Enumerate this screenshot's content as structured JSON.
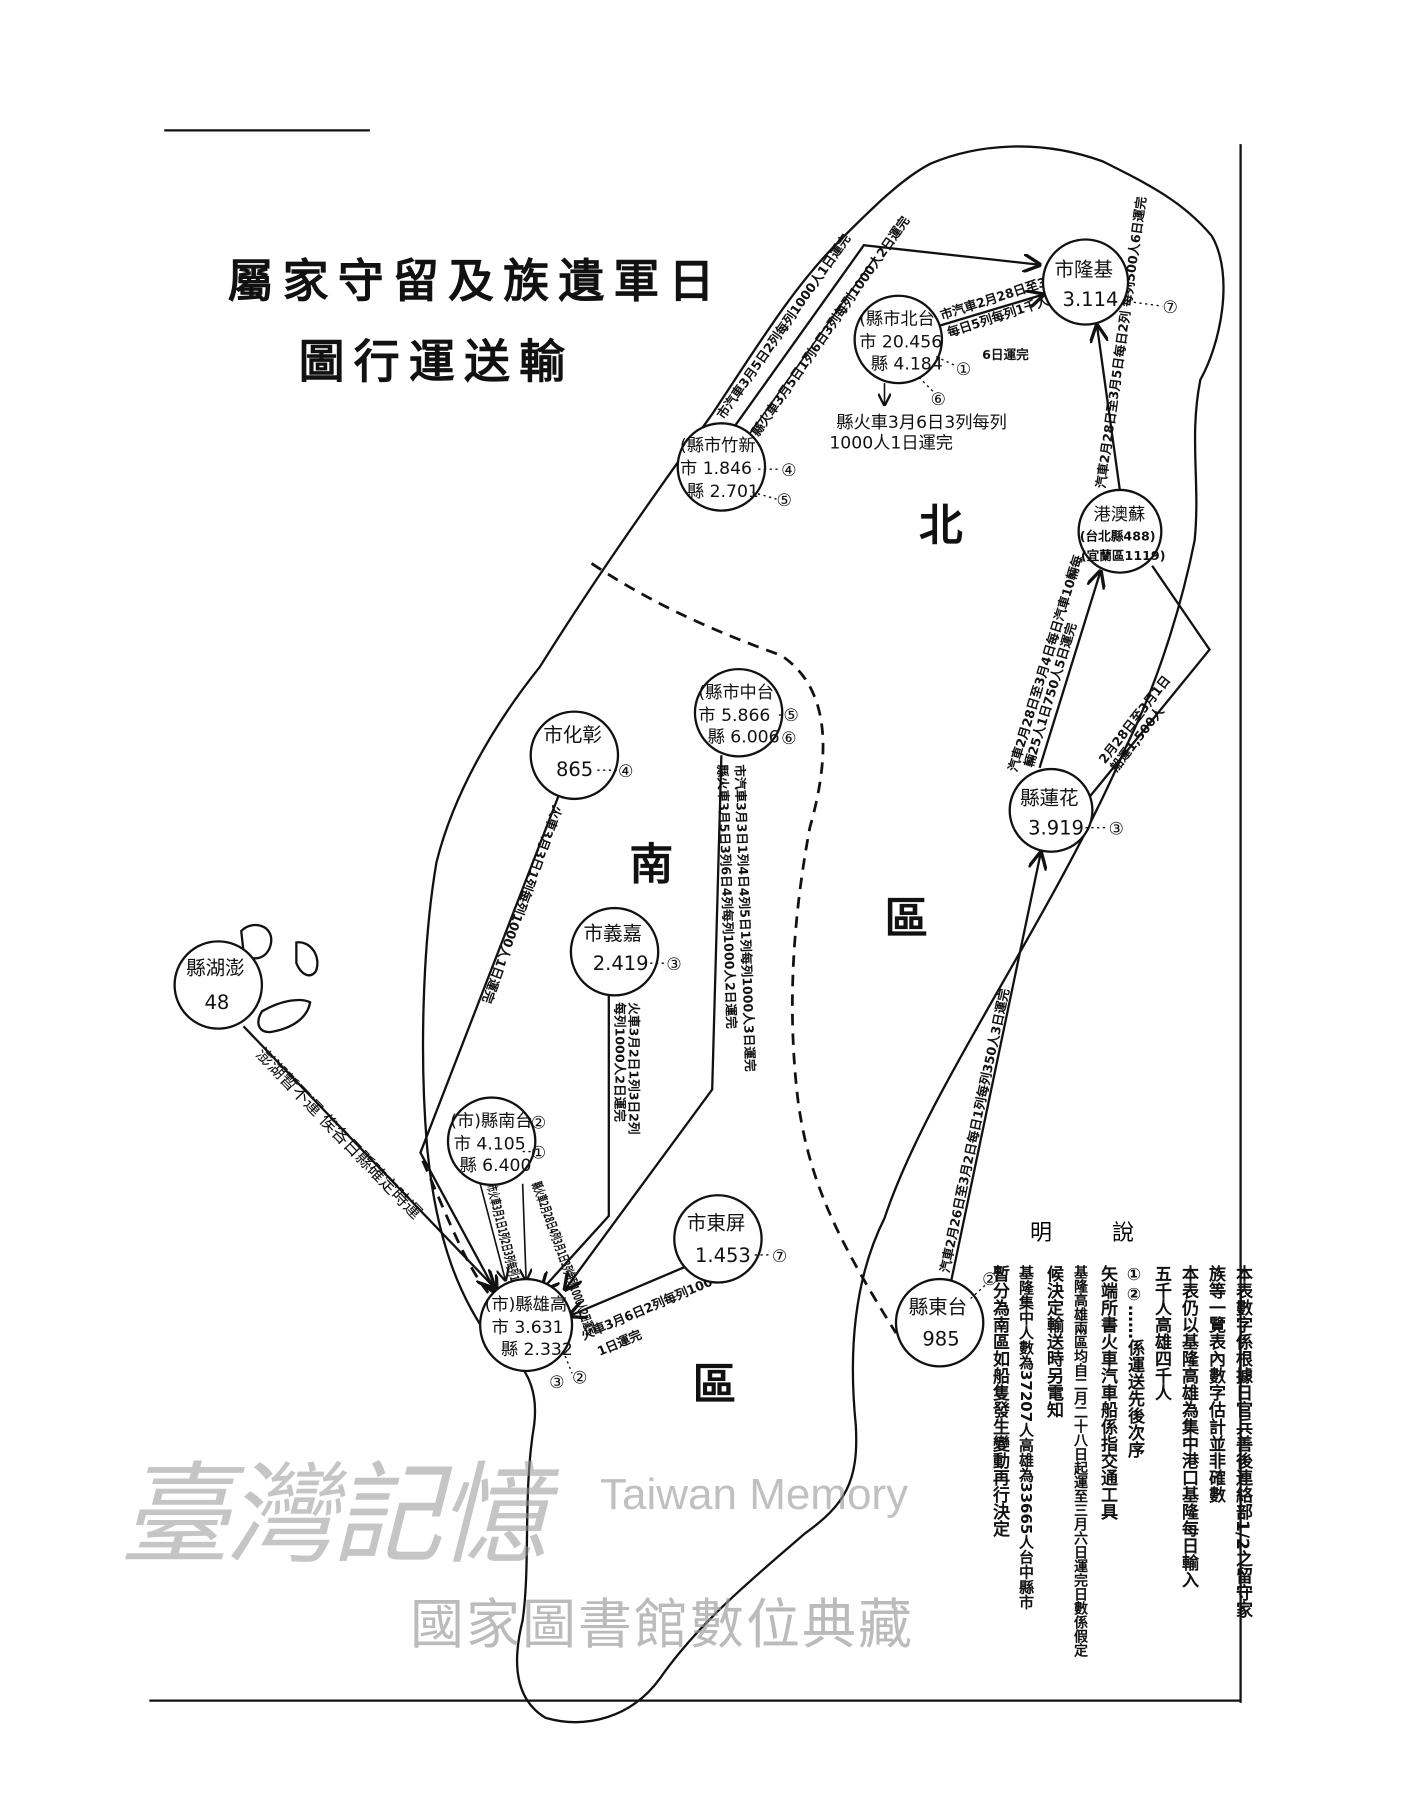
{
  "title": {
    "line1": "屬家守留及族遺軍日",
    "line2": "圖行運送輸"
  },
  "regions": {
    "north": "北",
    "south": "南",
    "district_a": "區",
    "district_b": "區"
  },
  "stations": {
    "keelung": {
      "name": "市隆基",
      "value": "3.114",
      "order": "⑦"
    },
    "taipei": {
      "name": "(縣市北台",
      "city": "市 20.456",
      "county": "縣 4.184",
      "order1": "①",
      "order2": "⑥"
    },
    "hsinchu": {
      "name": "(縣市竹新",
      "city": "市 1.846",
      "county": "縣 2.701",
      "order1": "④",
      "order2": "⑤"
    },
    "suao": {
      "name": "港澳蘇",
      "line2": "(台北縣488)",
      "line3": "(宜蘭區1119)"
    },
    "hualien": {
      "name": "縣蓮花",
      "value": "3.919",
      "order": "③"
    },
    "taichung": {
      "name": "(縣市中台",
      "city": "市 5.866",
      "county": "縣 6.006",
      "order1": "⑤",
      "order2": "⑥"
    },
    "changhua": {
      "name": "市化彰",
      "value": "865",
      "order": "④"
    },
    "chiayi": {
      "name": "市義嘉",
      "value": "2.419",
      "order": "③"
    },
    "penghu": {
      "name": "縣湖澎",
      "value": "48"
    },
    "tainan": {
      "name": "(市)縣南台",
      "city": "市 4.105",
      "county": "縣 6.400",
      "order1": "②",
      "order2": "①"
    },
    "kaohsiung": {
      "name": "(市)縣雄高",
      "city": "市 3.631",
      "county": "縣 2.332",
      "order1": "③",
      "order2": "②"
    },
    "pingtung": {
      "name": "市東屏",
      "value": "1.453",
      "order": "⑦"
    },
    "taitung": {
      "name": "縣東台",
      "value": "985",
      "order": "②"
    }
  },
  "routes": {
    "hsinchu_city": "市汽車3月5日2列每列1000人1日運完",
    "hsinchu_county": "縣火車3月5日1列6日3列每列1000人2日運完",
    "taipei_city_1": "市汽車2月28日至3月4日",
    "taipei_city_2": "每日5列每列1千人",
    "taipei_city_3": "6日運完",
    "taipei_county_1": "縣火車3月6日3列每列",
    "taipei_county_2": "1000人1日運完",
    "suao": "汽車2月28日至3月5日每日2列 每列500人6日運完",
    "hualien_truck_1": "汽車2月28日至3月4日每日汽車10輛每",
    "hualien_truck_2": "輛25人1日750人5日運完",
    "hualien_ship_1": "2月28日至3月1日",
    "hualien_ship_2": "船運1,500人",
    "taitung": "汽車2月26日至3月2日每日1列每列350人3日運完",
    "taichung_city": "市汽車3月3日1列4日4列5日1列每列1000人3日運完",
    "taichung_county": "縣火車3月5日3列6日4列每列1000人2日運完",
    "changhua": "火車3月3日1列每列1000人1日運完",
    "chiayi_1": "火車3月2日1列3日2列",
    "chiayi_2": "每列1000人2日運完",
    "tainan_city": "市火車3月1日1列2日3列每列1000人2日運完",
    "tainan_county": "縣火車2月28日4列3月1日3列每列1000人2日運完",
    "pingtung_1": "火車3月6日2列每列1000人",
    "pingtung_2": "1日運完",
    "penghu": "澎湖暫不運 俟各日縣確定時運"
  },
  "legend": {
    "heading_right": "說",
    "heading_left": "明",
    "lines": [
      "本表數字係根據日官兵善後連絡部1/2之留守家",
      "族等一覽表內數字估計並非確數",
      "本表仍以基隆高雄為集中港口基隆每日輸入",
      "五千人高雄四千人",
      "①②……係運送先後次序",
      "矢端所書火車汽車船係指交通工具",
      "基隆高雄兩區均自二月二十八日起運至三月六日運完日數係假定",
      "候決定輸送時另電知",
      "基隆集中人數為37207人高雄為33665人台中縣市",
      "暫分為南區如船隻發生變動再行決定"
    ]
  },
  "watermark": {
    "calligraphy": "臺灣記憶",
    "english": "Taiwan Memory",
    "org": "國家圖書館數位典藏"
  }
}
